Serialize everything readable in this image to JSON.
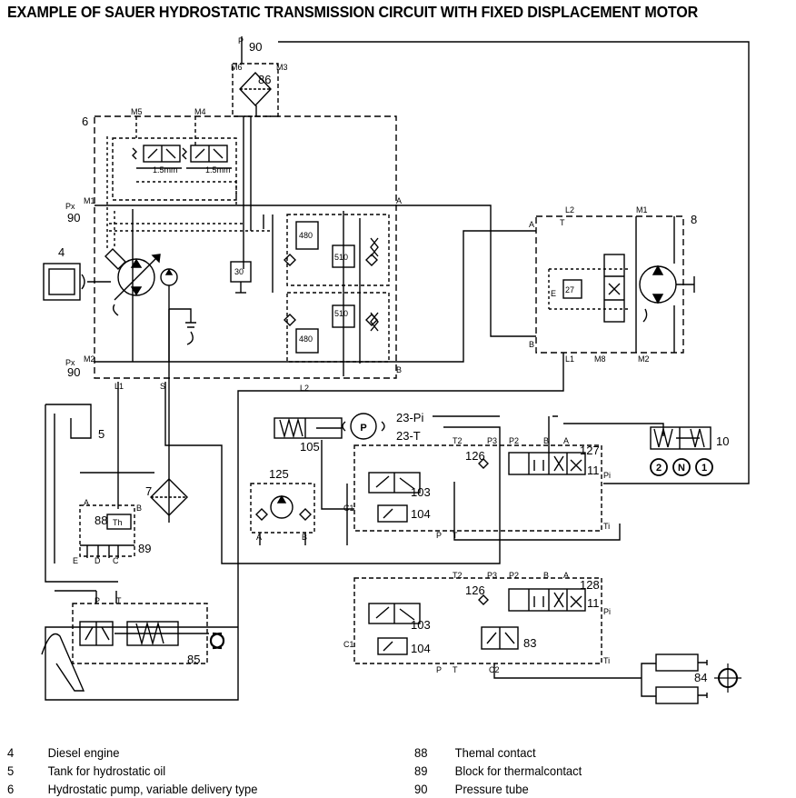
{
  "title": "EXAMPLE OF SAUER HYDROSTATIC TRANSMISSION CIRCUIT WITH FIXED DISPLACEMENT MOTOR",
  "labels": {
    "c4": "4",
    "c5": "5",
    "c6": "6",
    "c7": "7",
    "c8": "8",
    "c10": "10",
    "c11a": "11",
    "c11b": "11",
    "c23pi": "23-Pi",
    "c23t": "23-T",
    "c27": "27",
    "c30": "30",
    "c480a": "480",
    "c480b": "480",
    "c510a": "510",
    "c510b": "510",
    "c83": "83",
    "c84": "84",
    "c85": "85",
    "c86": "86",
    "c88": "88",
    "c89": "89",
    "c90a": "90",
    "c90b": "90",
    "c90c": "90",
    "c103a": "103",
    "c103b": "103",
    "c104a": "104",
    "c104b": "104",
    "c105": "105",
    "c125": "125",
    "c126a": "126",
    "c126b": "126",
    "c127": "127",
    "c128": "128",
    "m1": "M1",
    "m1b": "M1",
    "m2": "M2",
    "m2b": "M2",
    "m3": "M3",
    "m4": "M4",
    "m5": "M5",
    "m6": "M6",
    "m8": "M8",
    "px1": "Px",
    "px2": "Px",
    "p90": "P",
    "a6": "A",
    "b6": "B",
    "l1": "L1",
    "s": "S",
    "l2": "L2",
    "a8": "A",
    "b8": "B",
    "t8": "T",
    "l2b": "L2",
    "l1b": "L1",
    "e8": "E",
    "a89": "A",
    "b89": "B",
    "e89": "E",
    "d89": "D",
    "c89l": "C",
    "p85": "P",
    "t85": "T",
    "th": "Th",
    "t2a": "T2",
    "p3a": "P3",
    "p2a": "P2",
    "b127": "B",
    "a127": "A",
    "pi127": "Pi",
    "ti127": "Ti",
    "c1a": "C1",
    "pa": "P",
    "ta": "T",
    "a125": "A",
    "b125": "B",
    "t2b": "T2",
    "p3b": "P3",
    "p2b": "P2",
    "b128": "B",
    "a128": "A",
    "pi128": "Pi",
    "ti128": "Ti",
    "c1b": "C1",
    "pb": "P",
    "tb": "T",
    "c2": "C2",
    "d1": "1.5mm",
    "d2": "1.5mm",
    "n2": "2",
    "nN": "N",
    "n1": "1",
    "pcirc": "P"
  },
  "legend_left": [
    {
      "num": "4",
      "text": "Diesel engine"
    },
    {
      "num": "5",
      "text": "Tank for hydrostatic oil"
    },
    {
      "num": "6",
      "text": "Hydrostatic pump, variable delivery type"
    }
  ],
  "legend_right": [
    {
      "num": "88",
      "text": "Themal contact"
    },
    {
      "num": "89",
      "text": "Block for thermalcontact"
    },
    {
      "num": "90",
      "text": "Pressure tube"
    }
  ]
}
